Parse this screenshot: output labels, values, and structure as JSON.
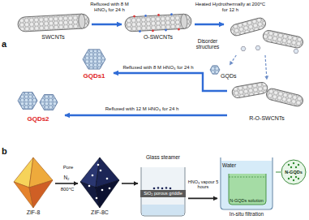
{
  "diagram": {
    "nodes": [
      {
        "text": [
          "SWCNTs"
        ]
      },
      {
        "text": [
          "O-SWCNTs"
        ]
      },
      {
        "text": [
          "Disorder structures"
        ]
      },
      {
        "text": [
          "GQDs"
        ]
      },
      {
        "text": [
          "R-O-SWCNTs"
        ]
      },
      {
        "text": [
          "GQDs1"
        ]
      },
      {
        "text": [
          "GQDs2"
        ]
      },
      {
        "text": [
          "ZIF-8"
        ]
      },
      {
        "text": [
          "ZIF-8C"
        ]
      },
      {
        "text": [
          "Glass steamer",
          "SiO₂ porous griddle"
        ]
      },
      {
        "text": [
          "Water",
          "N-GQDs solution",
          "In-situ filtration"
        ]
      },
      {
        "text": [
          "N-GQDs"
        ]
      }
    ],
    "edges": [
      {
        "from": 0,
        "to": 1,
        "arrow": "to",
        "label": "Refluxed with 8 M HNO₃ for 24 h"
      },
      {
        "from": 1,
        "to": 2,
        "arrow": "to",
        "label": "Heated Hydrothermally at 200°C for 12 h"
      },
      {
        "from": 2,
        "to": 3,
        "arrow": "to"
      },
      {
        "from": 2,
        "to": 4,
        "arrow": "to"
      },
      {
        "from": 4,
        "to": 5,
        "arrow": "to",
        "label": "Refluxed with 8 M HNO₃ for 24 h"
      },
      {
        "from": 4,
        "to": 6,
        "arrow": "to",
        "label": "Refluxed with 12 M HNO₃ for 24 h"
      },
      {
        "from": 7,
        "to": 8,
        "arrow": "to",
        "label": "N₂"
      },
      {
        "from": 8,
        "to": 9,
        "arrow": "to"
      },
      {
        "from": 9,
        "to": 10,
        "arrow": "to",
        "label": "HNO₃ vapour 5 hours"
      },
      {
        "from": 10,
        "to": 11,
        "arrow": "none"
      }
    ],
    "labels": [
      "a",
      "b",
      "Pore",
      "800°C"
    ]
  }
}
